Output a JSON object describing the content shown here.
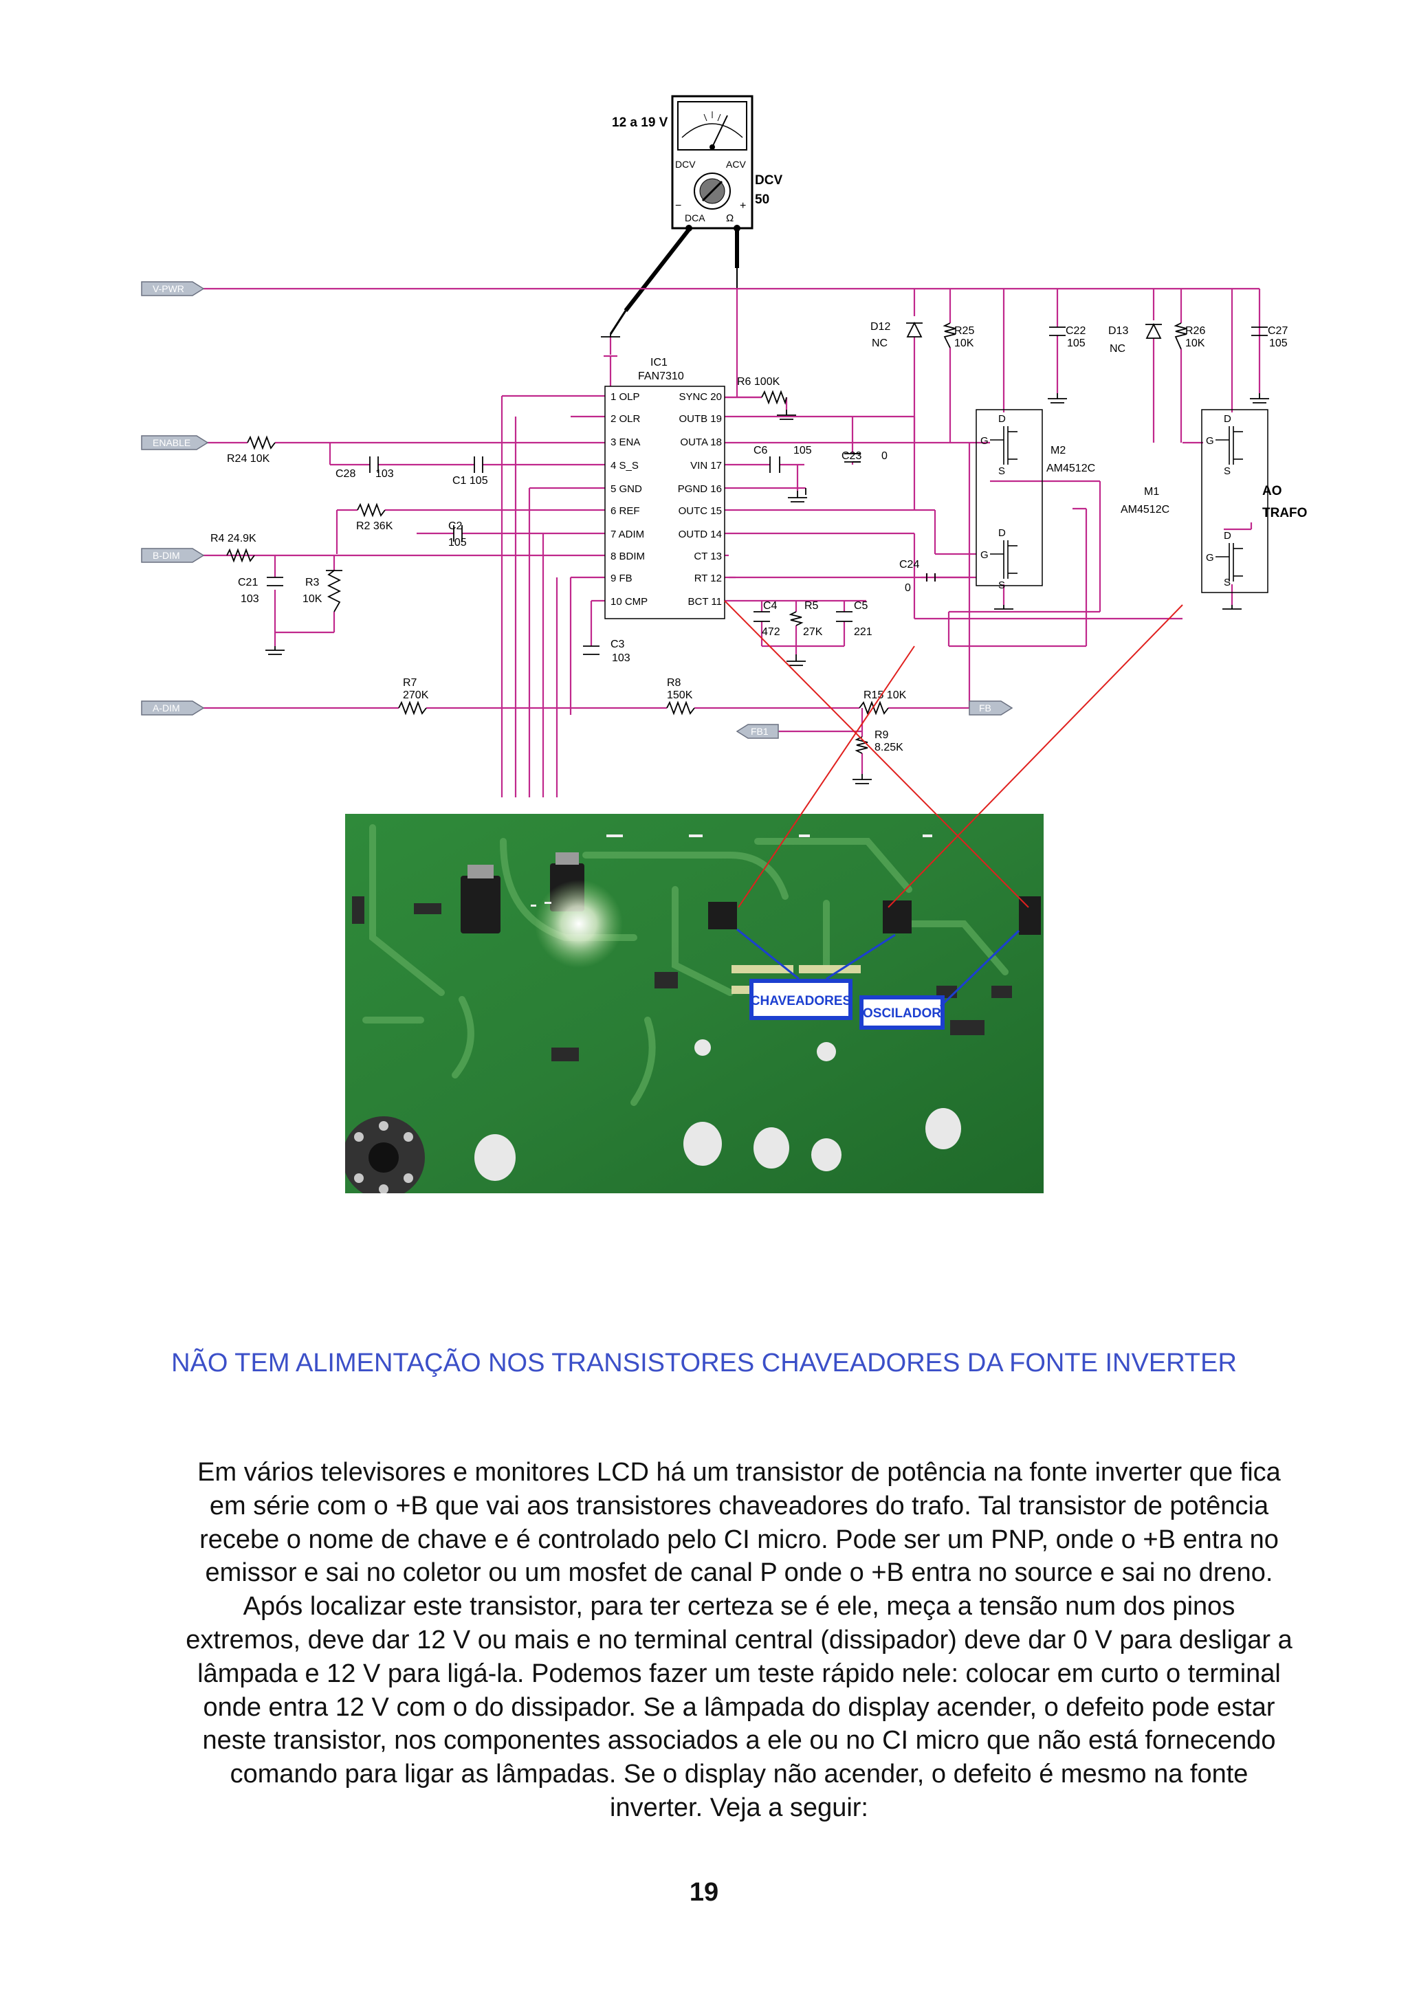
{
  "meter": {
    "range_label": "12 a 19 V",
    "dcv": "DCV",
    "acv": "ACV",
    "dca": "DCA",
    "ohm": "Ω",
    "minus": "−",
    "plus": "+",
    "side_line1": "DCV",
    "side_line2": "50"
  },
  "signals": {
    "v_pwr": "V-PWR",
    "enable": "ENABLE",
    "b_dim": "B-DIM",
    "a_dim": "A-DIM",
    "fb_out": "FB",
    "fb1": "FB1"
  },
  "ic": {
    "ref": "IC1",
    "part": "FAN7310",
    "left_pins": [
      "1 OLP",
      "2 OLR",
      "3 ENA",
      "4 S_S",
      "5 GND",
      "6 REF",
      "7 ADIM",
      "8 BDIM",
      "9 FB",
      "10 CMP"
    ],
    "right_pins": [
      "SYNC 20",
      "OUTB 19",
      "OUTA 18",
      "VIN 17",
      "PGND 16",
      "OUTC 15",
      "OUTD 14",
      "CT 13",
      "RT 12",
      "BCT 11"
    ]
  },
  "components": {
    "r6": "R6  100K",
    "r24": "R24  10K",
    "c28": "C28",
    "c28_val": "103",
    "c1": "C1  105",
    "r2": "R2  36K",
    "c2": "C2",
    "c2_val": "105",
    "r4": "R4  24.9K",
    "c21": "C21",
    "c21_val": "103",
    "r3": "R3",
    "r3_val": "10K",
    "c3": "C3",
    "c3_val": "103",
    "c6": "C6",
    "c6_val": "105",
    "c23": "C23",
    "c23_val": "0",
    "c4": "C4",
    "c4_val": "472",
    "r5": "R5",
    "r5_val": "27K",
    "c5": "C5",
    "c5_val": "221",
    "c24": "C24",
    "c24_val": "0",
    "r7": "R7",
    "r7_val": "270K",
    "r8": "R8",
    "r8_val": "150K",
    "r15": "R15  10K",
    "r9": "R9",
    "r9_val": "8.25K",
    "d12": "D12",
    "d12_val": "NC",
    "r25": "R25",
    "r25_val": "10K",
    "c22": "C22",
    "c22_val": "105",
    "d13": "D13",
    "d13_val": "NC",
    "r26": "R26",
    "r26_val": "10K",
    "c27": "C27",
    "c27_val": "105",
    "m2": "M2",
    "m2_part": "AM4512C",
    "m1": "M1",
    "m1_part": "AM4512C",
    "ao": "AO",
    "trafo": "TRAFO",
    "d": "D",
    "s": "S",
    "g": "G"
  },
  "photo": {
    "label_chaveadores": "CHAVEADORES",
    "label_oscilador": "OSCILADOR"
  },
  "heading": "NÃO TEM ALIMENTAÇÃO NOS TRANSISTORES CHAVEADORES DA FONTE INVERTER",
  "body_lines": [
    "Em vários televisores e monitores LCD há um transistor de potência na fonte inverter que fica",
    "em série com o +B que vai aos transistores chaveadores do trafo. Tal transistor de potência",
    "recebe o nome de chave e é controlado pelo CI micro. Pode ser um PNP, onde o +B entra no",
    "emissor e sai no coletor ou um mosfet de canal P onde o +B entra no source e sai no dreno.",
    "Após localizar este transistor, para ter certeza se é ele, meça a tensão num dos pinos",
    "extremos, deve dar 12 V ou mais e no terminal central (dissipador) deve dar 0 V para desligar a",
    "lâmpada e 12 V para ligá-la. Podemos fazer um teste rápido nele: colocar em curto o terminal",
    "onde entra 12 V com o do dissipador. Se a lâmpada do display acender, o defeito pode estar",
    "neste transistor, nos componentes associados a ele ou no CI micro que não está fornecendo",
    "comando para ligar as lâmpadas. Se o display não acender, o defeito é mesmo na fonte",
    "inverter. Veja a seguir:"
  ],
  "page_number": "19"
}
